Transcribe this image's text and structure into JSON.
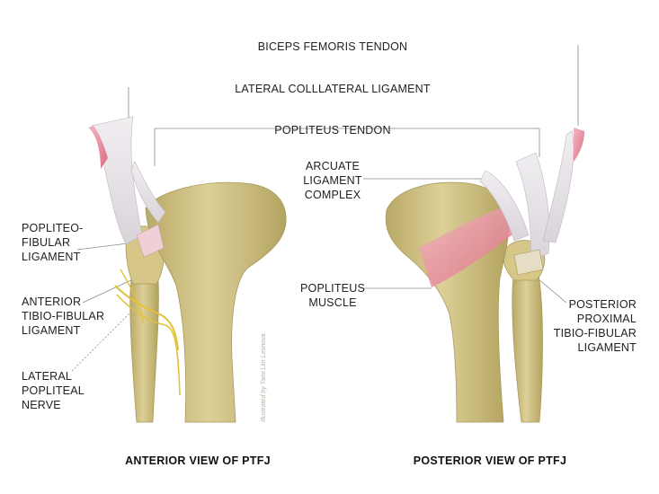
{
  "labels": {
    "biceps": "BICEPS FEMORIS TENDON",
    "lcl": "LATERAL COLLLATERAL LIGAMENT",
    "popliteus_tendon": "POPLITEUS TENDON",
    "arcuate": [
      "ARCUATE",
      "LIGAMENT",
      "COMPLEX"
    ],
    "popliteofibular": [
      "POPLITEO-",
      "FIBULAR",
      "LIGAMENT"
    ],
    "anterior_tf": [
      "ANTERIOR",
      "TIBIO-FIBULAR",
      "LIGAMENT"
    ],
    "lateral_popliteal": [
      "LATERAL",
      "POPLITEAL",
      "NERVE"
    ],
    "popliteus_muscle": [
      "POPLITEUS",
      "MUSCLE"
    ],
    "posterior_tf": [
      "POSTERIOR",
      "PROXIMAL",
      "TIBIO-FIBULAR",
      "LIGAMENT"
    ]
  },
  "titles": {
    "anterior": "ANTERIOR VIEW OF PTFJ",
    "posterior": "POSTERIOR VIEW OF PTFJ"
  },
  "credit": "Illustrated by Tami Lim Leonova",
  "colors": {
    "bone": "#d9c98a",
    "bone_shadow": "#a89a5c",
    "ligament": "#e9e6ea",
    "tendon_red": "#e07a8e",
    "nerve": "#e2c23a",
    "leader": "#8a8a8a"
  }
}
